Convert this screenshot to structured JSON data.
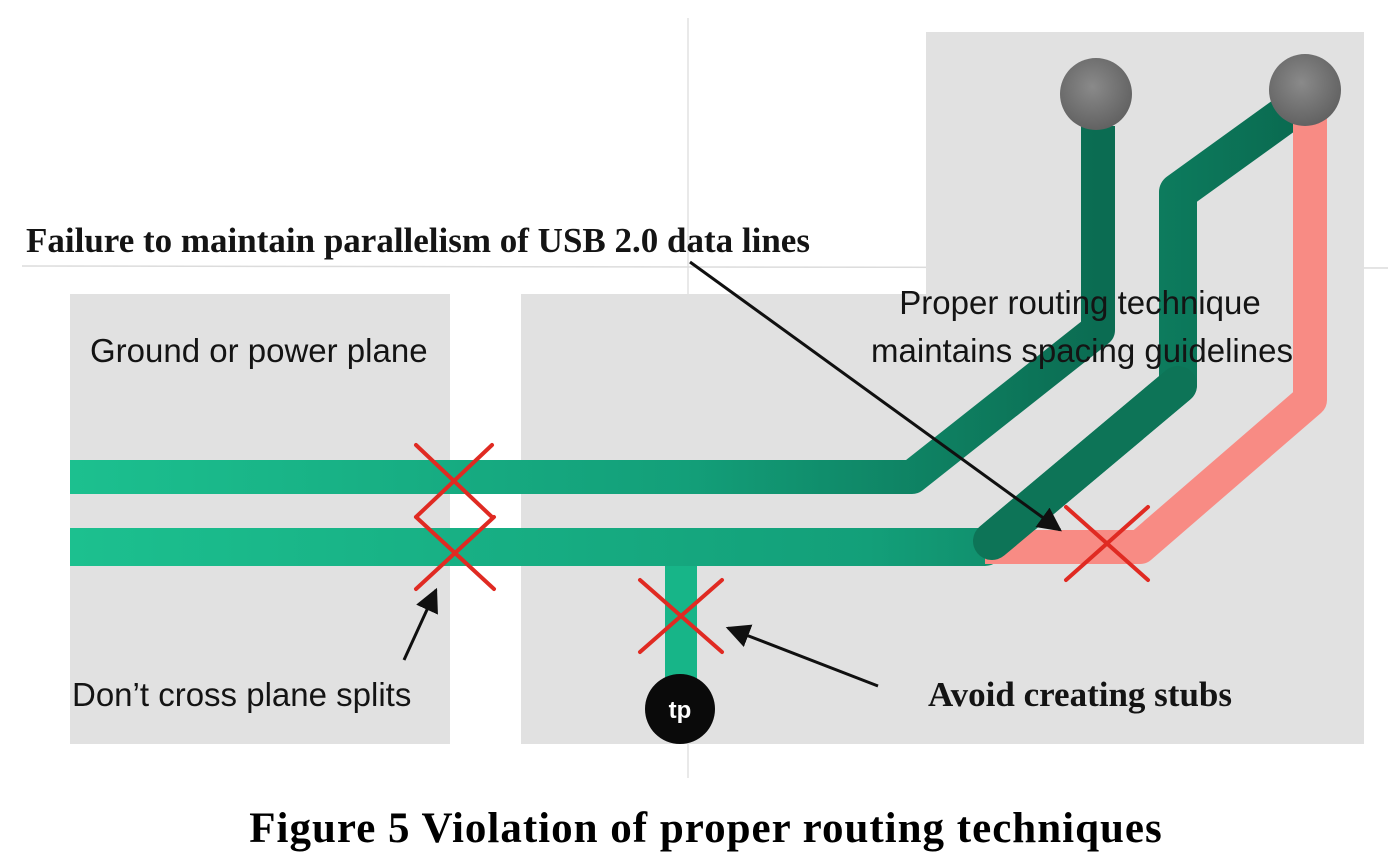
{
  "labels": {
    "parallelism": "Failure to maintain parallelism of USB 2.0 data lines",
    "ground_plane": "Ground or power plane",
    "proper_routing_line1": "Proper routing technique",
    "proper_routing_line2": "maintains spacing guidelines",
    "plane_splits": "Don’t cross plane splits",
    "stubs": "Avoid creating stubs",
    "test_point": "tp"
  },
  "caption": "Figure 5 Violation of proper routing techniques",
  "colors": {
    "plane": "#e1e1e1",
    "trace": "#17b588",
    "trace_dark": "#0c6e54",
    "trace_violation": "#f88b84",
    "cross_mark": "#e02a22",
    "pad": "#7a7a7a",
    "test_point": "#0a0a0a",
    "arrow": "#101010"
  }
}
